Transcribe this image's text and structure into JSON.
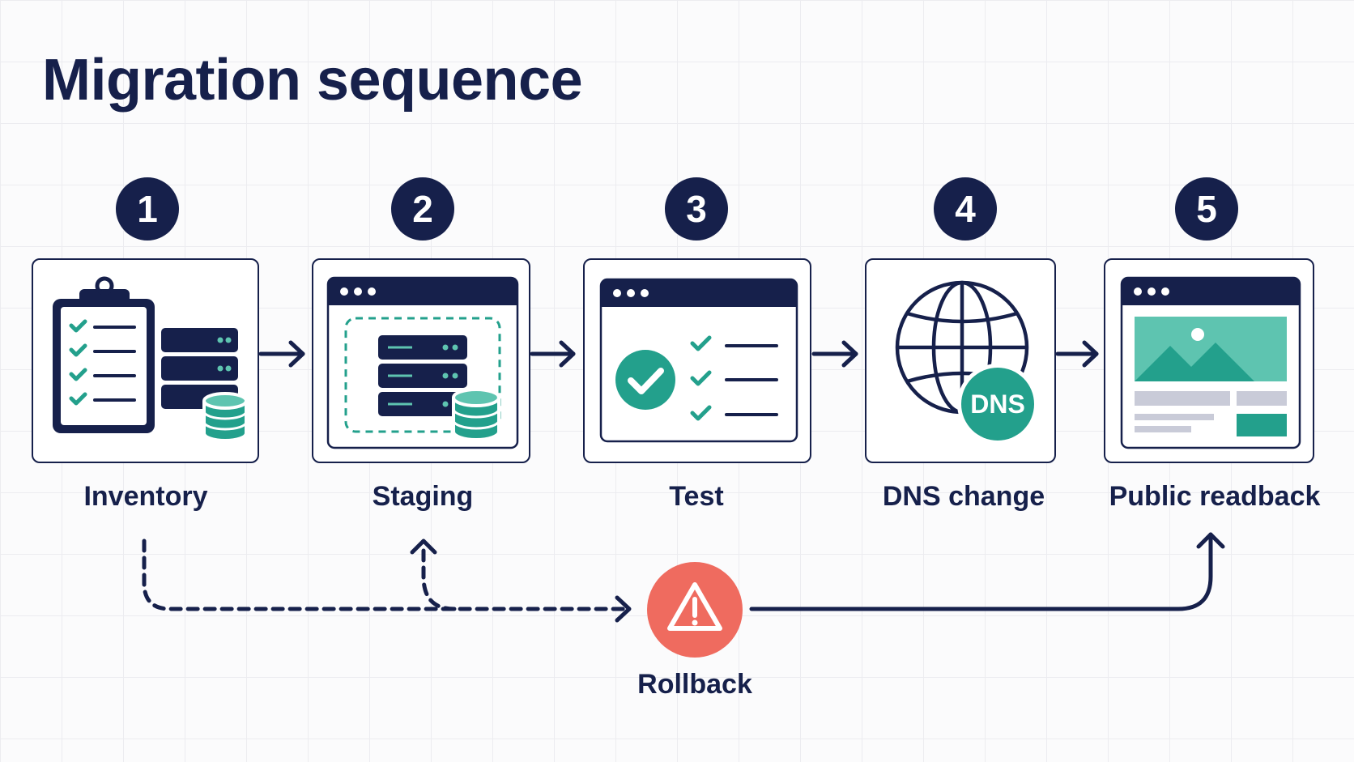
{
  "title": "Migration sequence",
  "steps": [
    {
      "number": "1",
      "label": "Inventory",
      "icon": "clipboard-checklist-server-database"
    },
    {
      "number": "2",
      "label": "Staging",
      "icon": "browser-server-database"
    },
    {
      "number": "3",
      "label": "Test",
      "icon": "browser-checklist"
    },
    {
      "number": "4",
      "label": "DNS change",
      "icon": "globe-dns",
      "badge_text": "DNS"
    },
    {
      "number": "5",
      "label": "Public readback",
      "icon": "browser-webpage-preview"
    }
  ],
  "rollback": {
    "label": "Rollback",
    "icon": "warning-icon"
  },
  "colors": {
    "navy": "#16204b",
    "teal": "#23a08c",
    "teal_light": "#5ec4b0",
    "coral": "#ef6b5f"
  }
}
